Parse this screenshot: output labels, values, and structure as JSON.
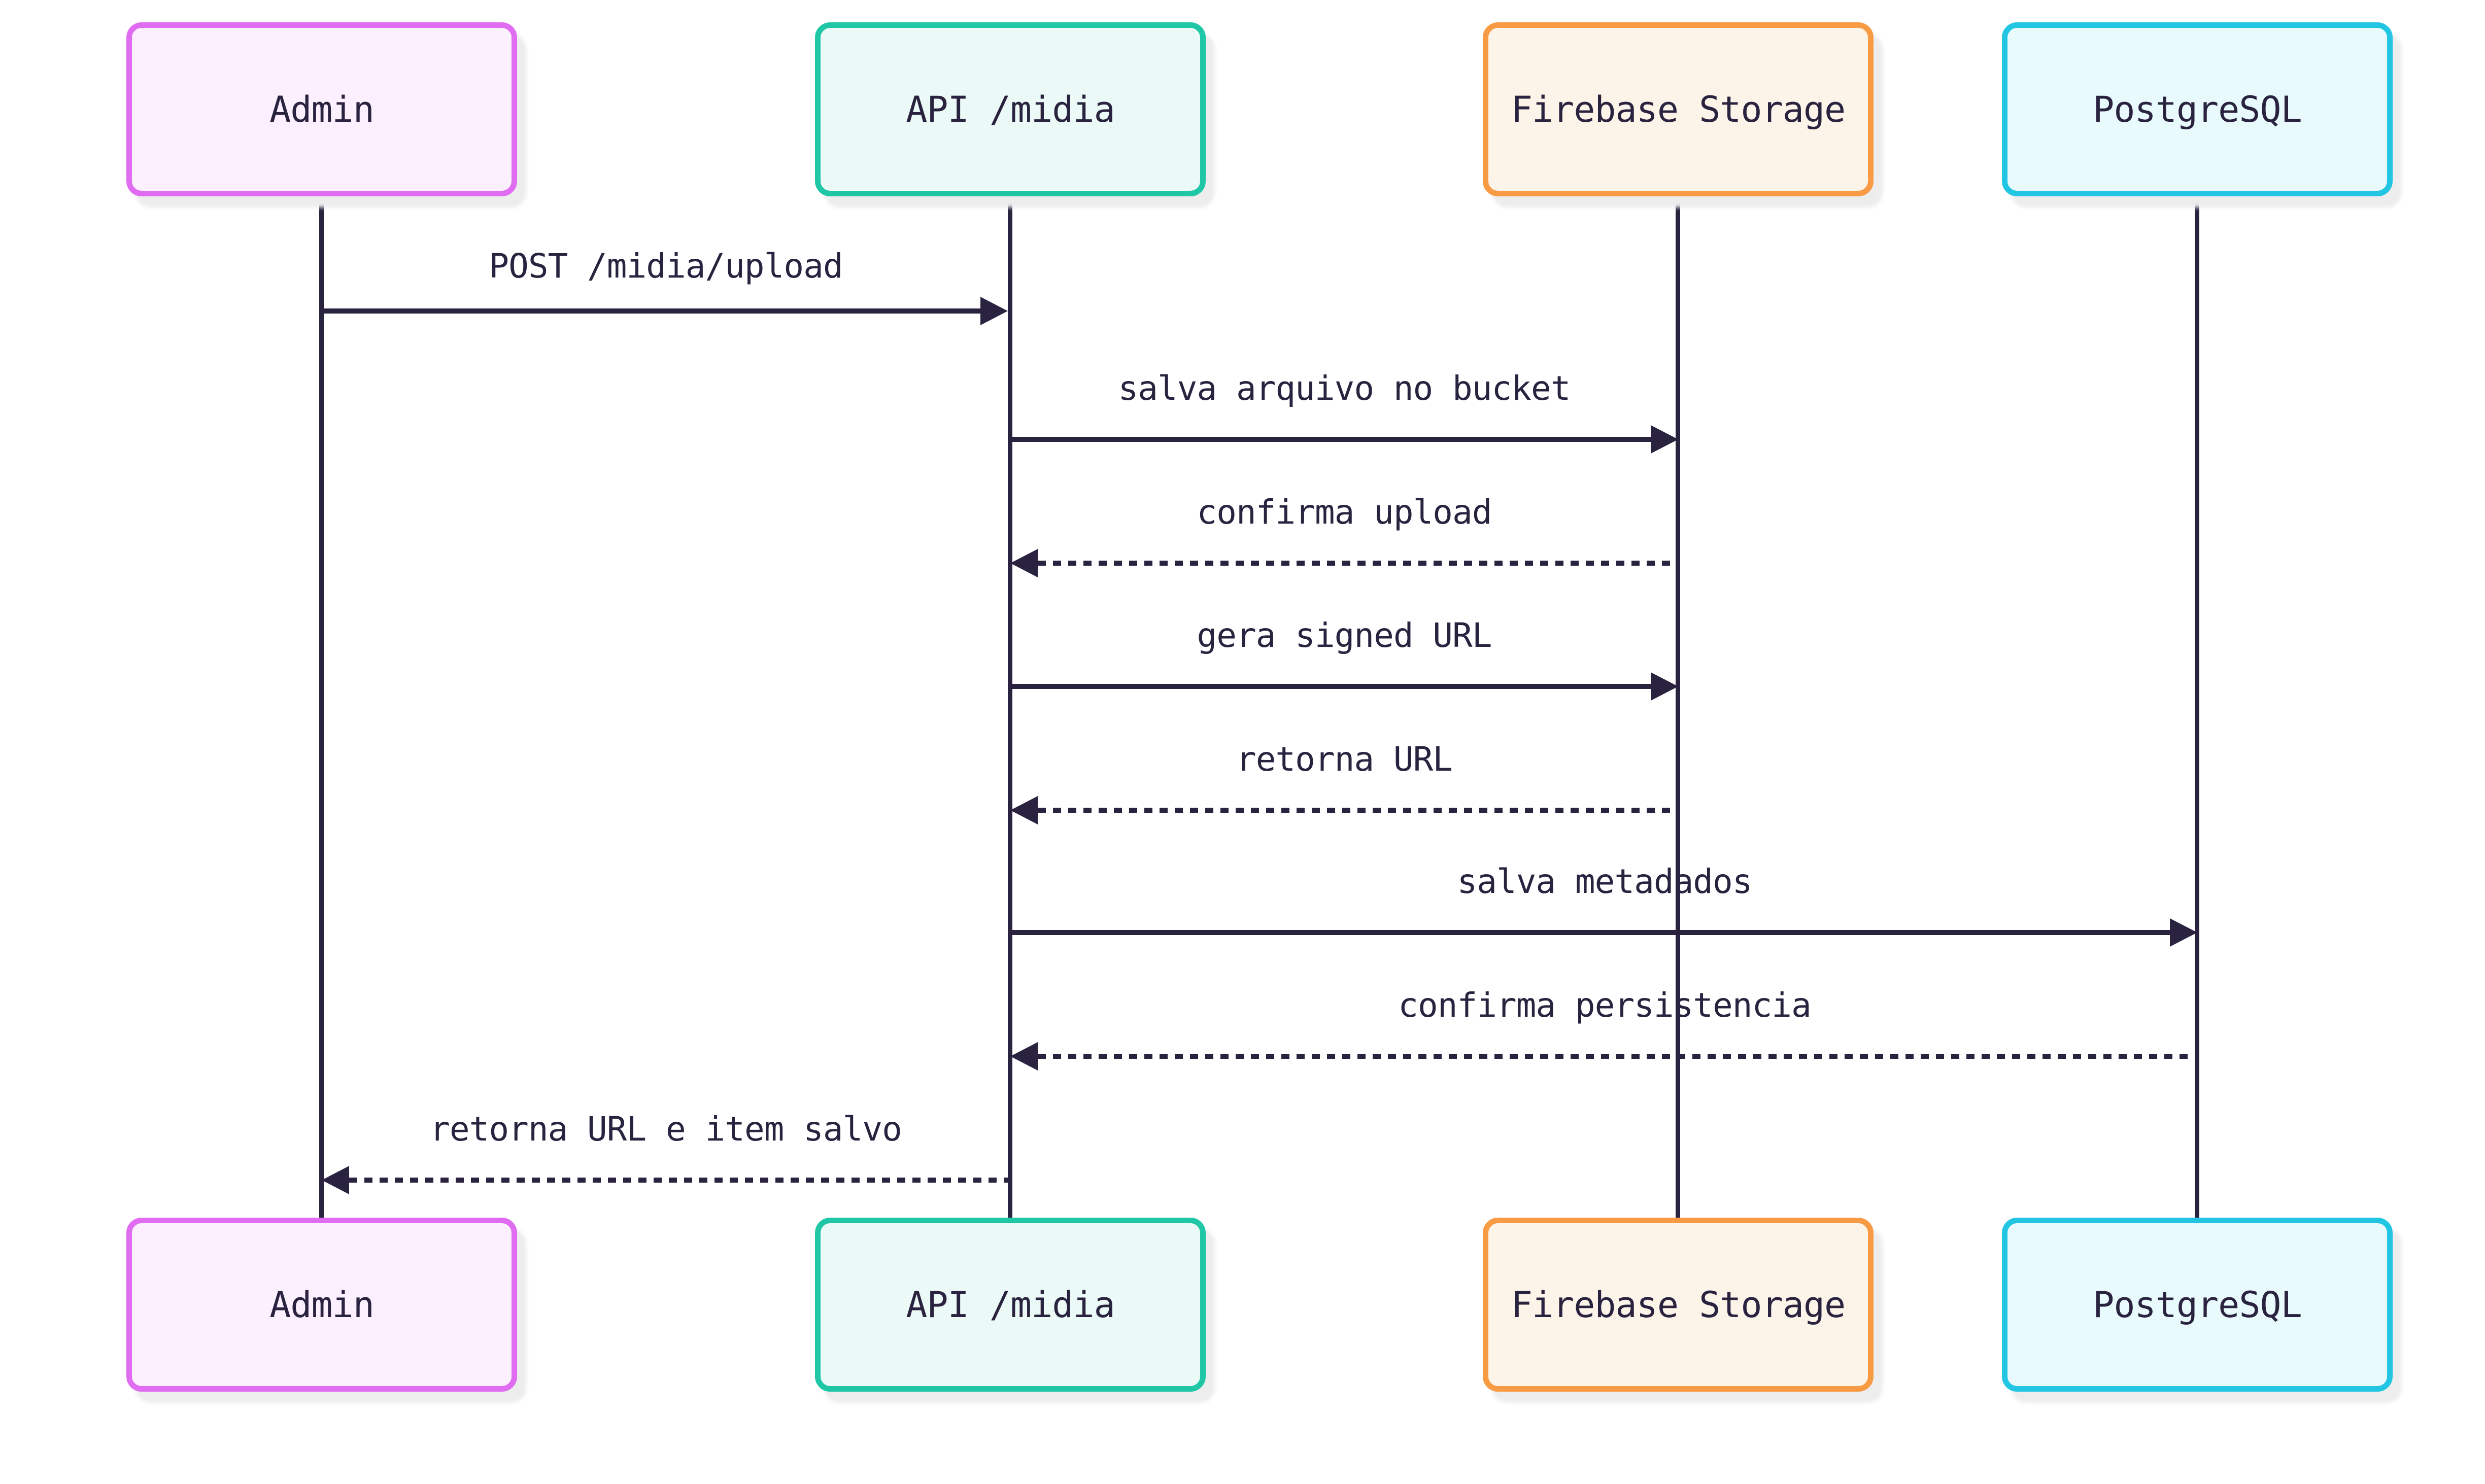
{
  "diagram": {
    "type": "sequence-diagram",
    "background": "#ffffff",
    "line_color": "#2a2340",
    "text_color": "#2a2340"
  },
  "actors": [
    {
      "id": "admin",
      "label": "Admin",
      "border_color": "#e06df1",
      "fill_color": "#fdf0fe"
    },
    {
      "id": "api-midia",
      "label": "API /midia",
      "border_color": "#1fc7a6",
      "fill_color": "#ebfaf6"
    },
    {
      "id": "firebase-storage",
      "label": "Firebase Storage",
      "border_color": "#f89b44",
      "fill_color": "#fdf4e9"
    },
    {
      "id": "postgresql",
      "label": "PostgreSQL",
      "border_color": "#22c6e3",
      "fill_color": "#e9fafd"
    }
  ],
  "messages": [
    {
      "label": "POST /midia/upload",
      "from": "Admin",
      "to": "API /midia",
      "style": "solid"
    },
    {
      "label": "salva arquivo no bucket",
      "from": "API /midia",
      "to": "Firebase Storage",
      "style": "solid"
    },
    {
      "label": "confirma upload",
      "from": "Firebase Storage",
      "to": "API /midia",
      "style": "dotted"
    },
    {
      "label": "gera signed URL",
      "from": "API /midia",
      "to": "Firebase Storage",
      "style": "solid"
    },
    {
      "label": "retorna URL",
      "from": "Firebase Storage",
      "to": "API /midia",
      "style": "dotted"
    },
    {
      "label": "salva metadados",
      "from": "API /midia",
      "to": "PostgreSQL",
      "style": "solid"
    },
    {
      "label": "confirma persistencia",
      "from": "PostgreSQL",
      "to": "API /midia",
      "style": "dotted"
    },
    {
      "label": "retorna URL e item salvo",
      "from": "API /midia",
      "to": "Admin",
      "style": "dotted"
    }
  ]
}
